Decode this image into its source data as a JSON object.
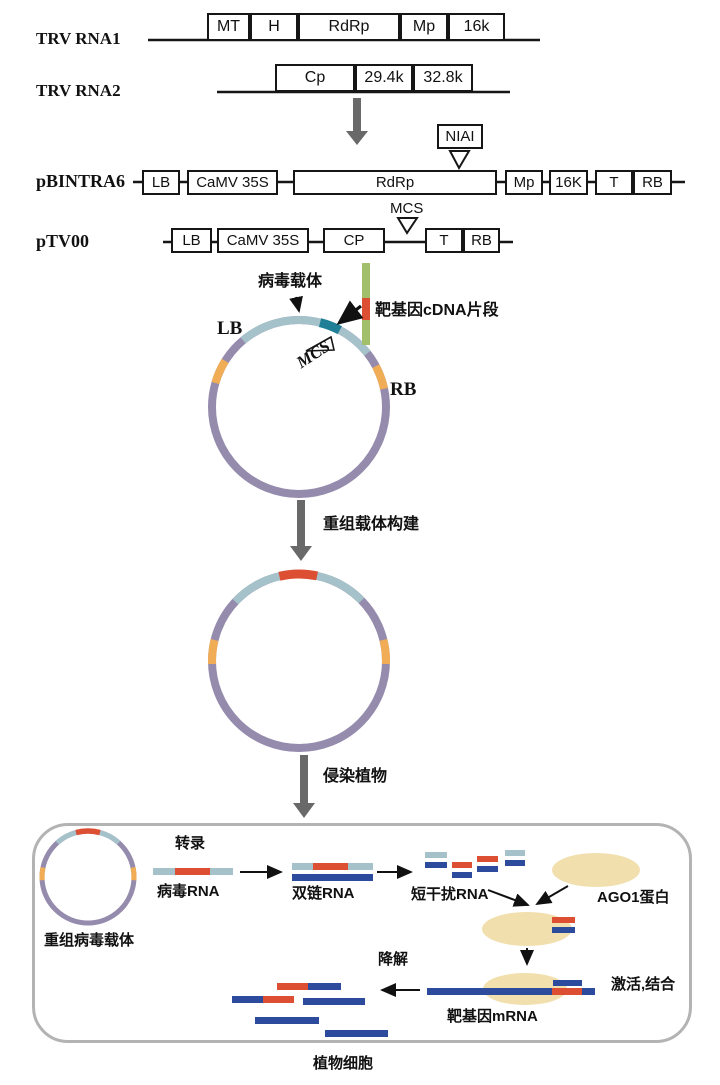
{
  "colors": {
    "purple": "#948bad",
    "light_blue": "#a5c1c9",
    "teal": "#1f7f96",
    "orange": "#f0ad55",
    "red": "#dd4f33",
    "dark_blue": "#2c4b9d",
    "green": "#a2bf6b",
    "wheat": "#f1dfae",
    "gray_arrow": "#696969",
    "line_black": "#161616",
    "cell_border": "#b3b3b3"
  },
  "genome_maps": {
    "rna1": {
      "label": "TRV RNA1",
      "boxes": [
        "MT",
        "H",
        "RdRp",
        "Mp",
        "16k"
      ]
    },
    "rna2": {
      "label": "TRV RNA2",
      "boxes": [
        "Cp",
        "29.4k",
        "32.8k"
      ]
    },
    "pbintra6": {
      "label": "pBINTRA6",
      "site": "NIAI",
      "boxes": [
        "LB",
        "CaMV 35S",
        "RdRp",
        "Mp",
        "16K",
        "T",
        "RB"
      ]
    },
    "ptv00": {
      "label": "pTV00",
      "site": "MCS",
      "boxes": [
        "LB",
        "CaMV 35S",
        "CP",
        "T",
        "RB"
      ]
    }
  },
  "plasmid": {
    "vector_label": "病毒载体",
    "insert_label": "靶基因cDNA片段",
    "lb": "LB",
    "rb": "RB",
    "mcs": "MCS"
  },
  "steps": {
    "construct": "重组载体构建",
    "infect": "侵染植物"
  },
  "cell": {
    "vector": "重组病毒载体",
    "transcription": "转录",
    "viral_rna": "病毒RNA",
    "ds_rna": "双链RNA",
    "sirna": "短干扰RNA",
    "ago1": "AGO1蛋白",
    "degrade": "降解",
    "target_mrna": "靶基因mRNA",
    "activate": "激活,结合",
    "cell_label": "植物细胞"
  }
}
